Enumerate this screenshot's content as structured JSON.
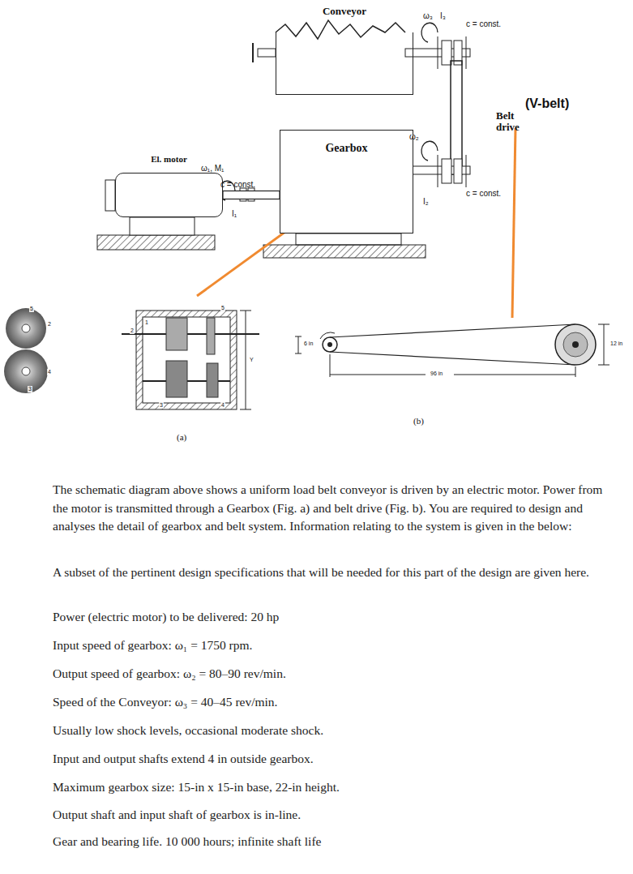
{
  "diagram": {
    "nodes": [
      {
        "text": [
          "Conveyor"
        ]
      },
      {
        "text": [
          "Gearbox"
        ]
      },
      {
        "text": [
          "El. motor"
        ]
      }
    ],
    "edges": [
      {
        "from": 2,
        "to": 1,
        "arrow": "none"
      }
    ],
    "labels": [
      "ω₃",
      "I₃",
      "c = const.",
      "Belt",
      "(V-belt)",
      "drive",
      "ω₂",
      "ω₁, M₁",
      "c = const.",
      "c = const.",
      "I₁",
      "I₂",
      "5",
      "2",
      "4",
      "3",
      "1",
      "5",
      "2",
      "4",
      "3",
      "Y",
      "(a)",
      "6 in",
      "96 in",
      "12 in",
      "(b)",
      "The schematic diagram above shows a uniform load belt conveyor is driven by an electric motor. Power from the motor is transmitted through a Gearbox (Fig. a) and belt drive (Fig. b). You are required to design and analyses the detail of gearbox and belt system. Information relating to the system is given in the below:",
      "A subset of the pertinent design specifications that will be needed for this part of the design are given here.",
      "Power (electric motor) to be delivered: 20 hp",
      "Input speed of gearbox: ω₁ = 1750 rpm.",
      "Output speed of gearbox: ω₂ = 80–90 rev/min.",
      "Speed of the Conveyor: ω₃ = 40–45 rev/min.",
      "Usually low shock levels, occasional moderate shock.",
      "Input and output shafts extend 4 in outside gearbox.",
      "Maximum gearbox size: 15-in x 15-in base, 22-in height.",
      "Output shaft and input shaft of gearbox is in-line.",
      "Gear and bearing life. 10 000 hours; infinite shaft life"
    ]
  }
}
